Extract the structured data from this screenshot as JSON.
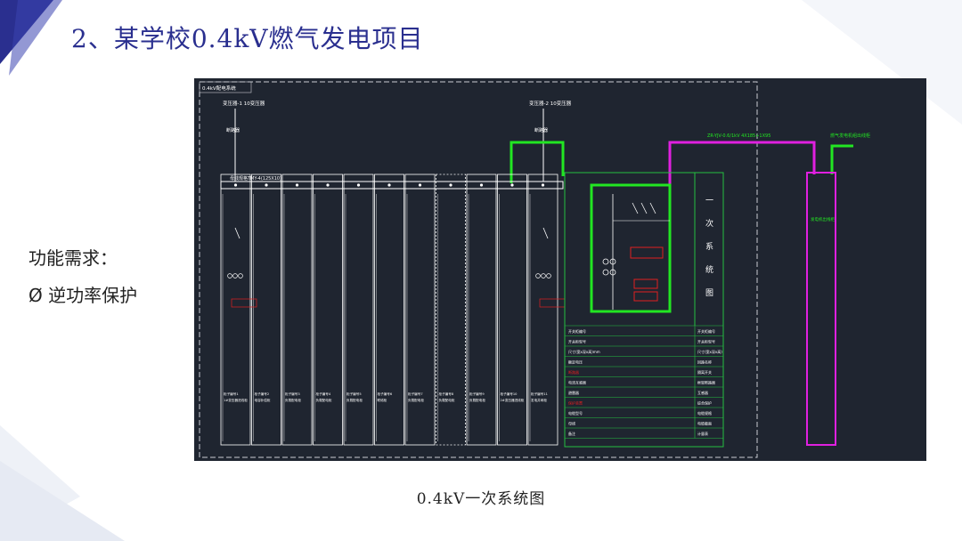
{
  "slide": {
    "title": "2、某学校0.4kV燃气发电项目",
    "requirements_heading": "功能需求：",
    "requirement_item": "Ø  逆功率保护",
    "caption": "0.4kV一次系统图"
  },
  "colors": {
    "title": "#2a2f8f",
    "cad_background": "#1f2530",
    "busbar_green": "#22e622",
    "feeder_magenta": "#e020e0",
    "device_red": "#e02020",
    "drawing_white": "#ffffff",
    "outline_green": "#24c040"
  },
  "diagram": {
    "frame_label": "0.4kV配电系统",
    "transformer_left": "变压器-1  10变压器",
    "transformer_right": "变压器-2  10变压器",
    "breaker_tag": "断路器",
    "busbar_label": "母线规格TMY-4(125X10)",
    "feeder_label": "ZR-YJV-0.6/1kV 4X185+1X95",
    "remote_label": "燃气发电机组出线柜",
    "remote_panel_text": "发电机出线柜",
    "system_title_chars": [
      "一",
      "次",
      "系",
      "统",
      "图"
    ],
    "panel_tags": [
      "柜子编号1",
      "柜子编号2",
      "柜子编号3",
      "柜子编号4",
      "柜子编号5",
      "柜子编号6",
      "柜子编号7",
      "柜子编号8",
      "柜子编号9",
      "柜子编号10",
      "柜子编号11"
    ],
    "panel_names": [
      "1#变压器进线柜",
      "电容补偿柜",
      "负载配电柜",
      "负载配电柜",
      "负载配电柜",
      "联络柜",
      "负载配电柜",
      "负载配电柜",
      "负载配电柜",
      "2#变压器进线柜",
      "发电并网柜"
    ],
    "table_rows_left": [
      "开关柜编号",
      "开关柜型号",
      "尺寸(宽x深x高)mm",
      "额定电压",
      "断路器",
      "电流互感器",
      "避雷器",
      "保护装置",
      "电缆型号",
      "母线",
      "备注"
    ],
    "table_rows_right": [
      "开关柜编号",
      "开关柜型号",
      "尺寸(宽x深x高)",
      "回路名称",
      "隔离开关",
      "框架断路器",
      "互感器",
      "综合保护",
      "电缆规格",
      "电缆截面",
      "计量表"
    ]
  }
}
